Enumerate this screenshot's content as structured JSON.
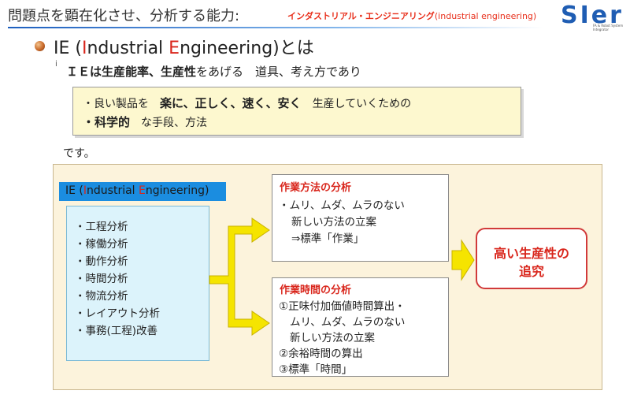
{
  "header": {
    "title": "問題点を顕在化させ、分析する能力:",
    "subtitle": "インダストリアル・エンジニアリング",
    "subtitle_paren": "(industrial engineering)",
    "logo_text": "SIer",
    "logo_tagline_1": "FA & Robot System",
    "logo_tagline_2": "Integrator"
  },
  "section": {
    "prefix": "IE (",
    "i_letter": "I",
    "mid": "ndustrial ",
    "e_letter": "E",
    "suffix": "ngineering)とは",
    "lead_mark": "ⅰ",
    "lead_bold": "ＩＥは生産能率、生産性",
    "lead_rest": "をあげる　道具、考え方であり"
  },
  "note": {
    "l1_pre": "・良い製品を",
    "l1_bold": "楽に、正しく、速く、安く",
    "l1_post": "生産していくための",
    "l2_bold": "・科学的",
    "l2_post": "な手段、方法"
  },
  "desu": "です。",
  "ie_box": {
    "prefix": "IE (",
    "i_letter": "I",
    "mid": "ndustrial ",
    "e_letter": "E",
    "suffix": "ngineering)",
    "items": [
      "・工程分析",
      "・稼働分析",
      "・動作分析",
      "・時間分析",
      "・物流分析",
      "・レイアウト分析",
      "・事務(工程)改善"
    ]
  },
  "method_box": {
    "title": "作業方法の分析",
    "lines": [
      "・ムリ、ムダ、ムラのない",
      "新しい方法の立案",
      "⇒標準「作業」"
    ]
  },
  "time_box": {
    "title": "作業時間の分析",
    "lines": [
      "①正味付加価値時間算出・",
      "ムリ、ムダ、ムラのない",
      "新しい方法の立案",
      "②余裕時間の算出",
      "③標準「時間」"
    ]
  },
  "result": {
    "line1": "高い生産性の",
    "line2": "追究"
  },
  "colors": {
    "accent_red": "#d9261c",
    "ie_header_blue": "#1b8de0",
    "arrow_yellow": "#f5e400",
    "note_bg": "#fdf8cf",
    "panel_bg": "#fcf3dc"
  }
}
